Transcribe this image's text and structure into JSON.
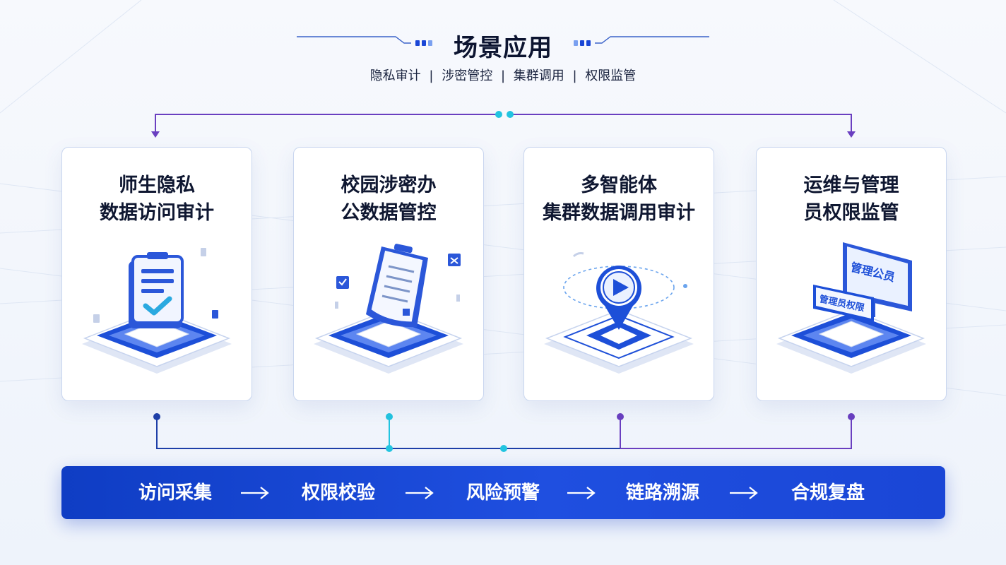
{
  "header": {
    "title": "场景应用",
    "subtitle_items": [
      "隐私审计",
      "涉密管控",
      "集群调用",
      "权限监管"
    ],
    "separator": "|"
  },
  "cards": [
    {
      "title_lines": [
        "师生隐私",
        "数据访问审计"
      ],
      "illustration": "checklist-clipboard-icon"
    },
    {
      "title_lines": [
        "校园涉密办",
        "公数据管控"
      ],
      "illustration": "document-clipboard-icon"
    },
    {
      "title_lines": [
        "多智能体",
        "集群数据调用审计"
      ],
      "illustration": "location-play-icon"
    },
    {
      "title_lines": [
        "运维与管理",
        "员权限监管"
      ],
      "illustration": "admin-monitor-icon",
      "illustration_texts": [
        "管理公员",
        "管理员权限"
      ]
    }
  ],
  "flow": {
    "steps": [
      "访问采集",
      "权限校验",
      "风险预警",
      "链路溯源",
      "合规复盘"
    ],
    "arrow_icon": "right-arrow-icon"
  },
  "colors": {
    "accent_blue": "#1a46d6",
    "cyan": "#22c4e0",
    "purple": "#6a3fc0",
    "navy_dot": "#1e3fa8"
  }
}
